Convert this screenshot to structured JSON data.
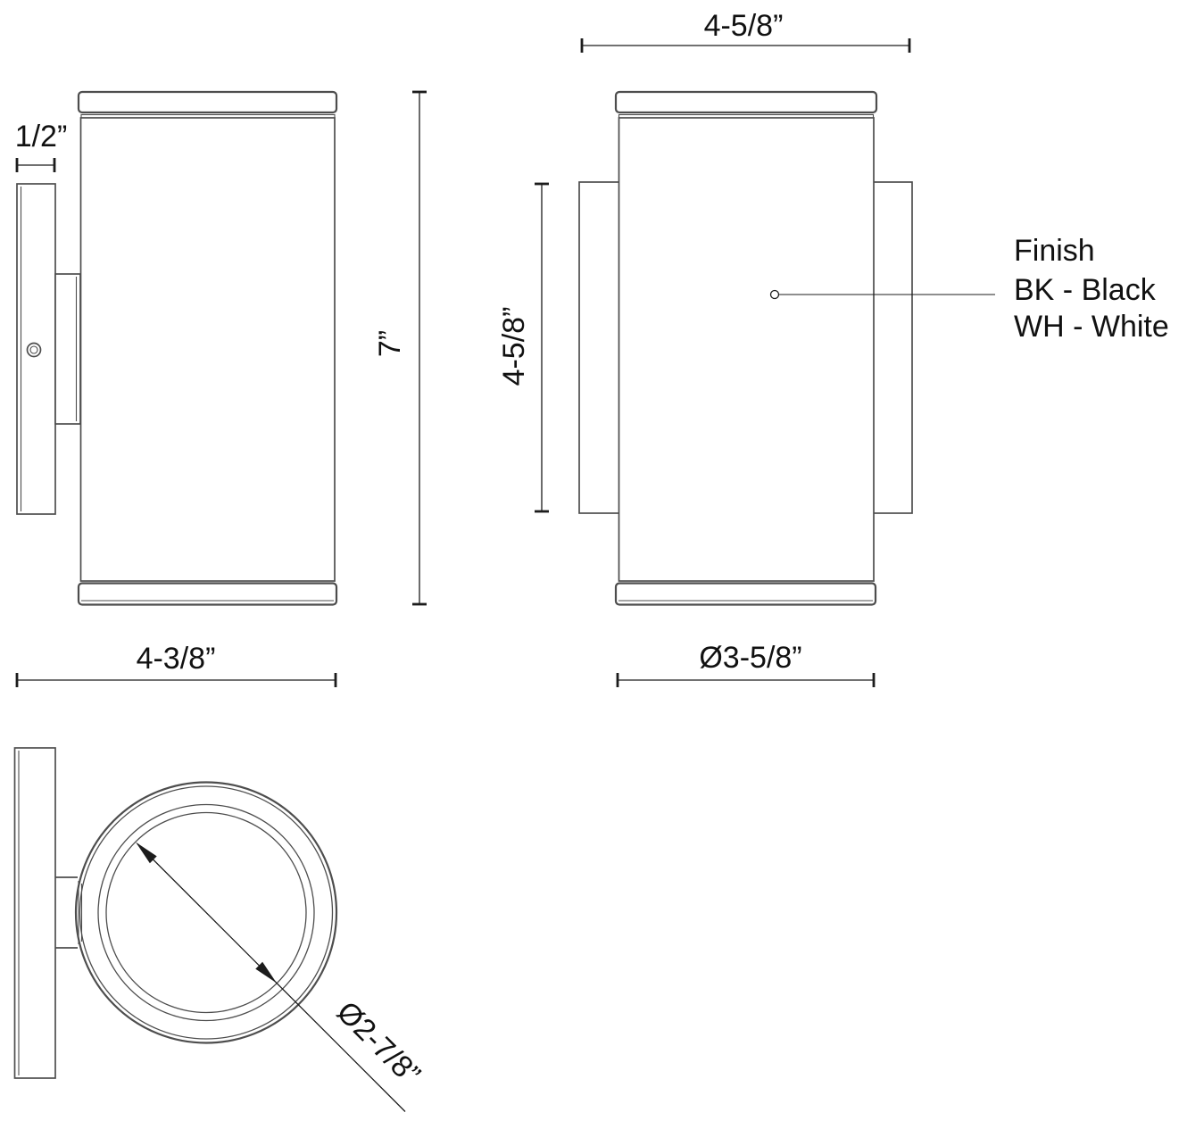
{
  "colors": {
    "background": "#ffffff",
    "object_line": "#4d4d4d",
    "dimension_line": "#1c1c1c",
    "text": "#111111"
  },
  "dimensions": {
    "plate_depth": "1/2”",
    "overall_height": "7”",
    "overall_depth": "4-3/8”",
    "backplate_width": "4-5/8”",
    "backplate_height": "4-5/8”",
    "cylinder_diameter": "Ø3-5/8”",
    "inner_diameter": "Ø2-7/8”"
  },
  "finish_note": {
    "title": "Finish",
    "options": [
      {
        "label": "BK - Black"
      },
      {
        "label": "WH - White"
      }
    ]
  }
}
